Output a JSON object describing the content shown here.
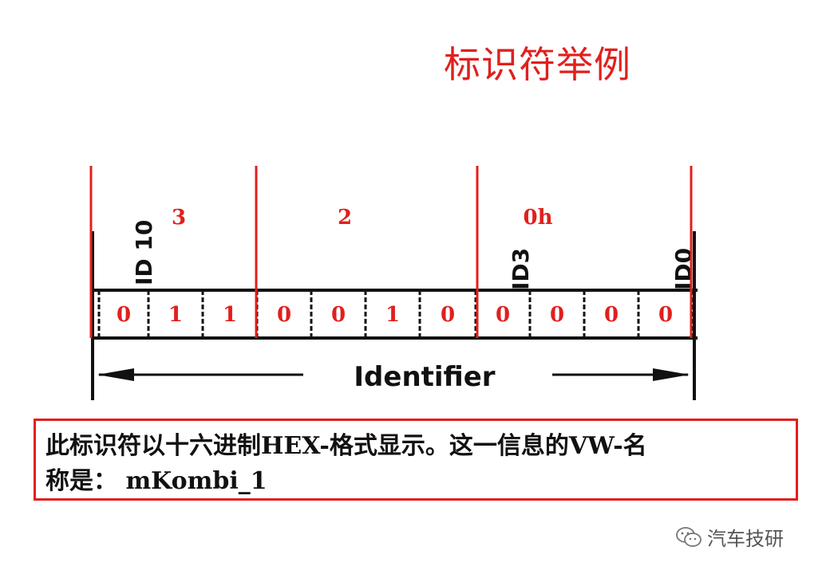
{
  "title": "标识符举例",
  "hex_digits": [
    "3",
    "2",
    "0h"
  ],
  "id_labels": {
    "left": "ID 10",
    "mid": "ID3",
    "right": "ID0"
  },
  "bits": [
    "0",
    "1",
    "1",
    "0",
    "0",
    "1",
    "0",
    "0",
    "0",
    "0",
    "0"
  ],
  "identifier_label": "Identifier",
  "description": {
    "line1": "此标识符以十六进制HEX-格式显示。这一信息的VW-名",
    "line2": "称是：  mKombi_1"
  },
  "watermark": "汽车技研",
  "colors": {
    "accent": "#e0201e",
    "ink": "#111111"
  }
}
